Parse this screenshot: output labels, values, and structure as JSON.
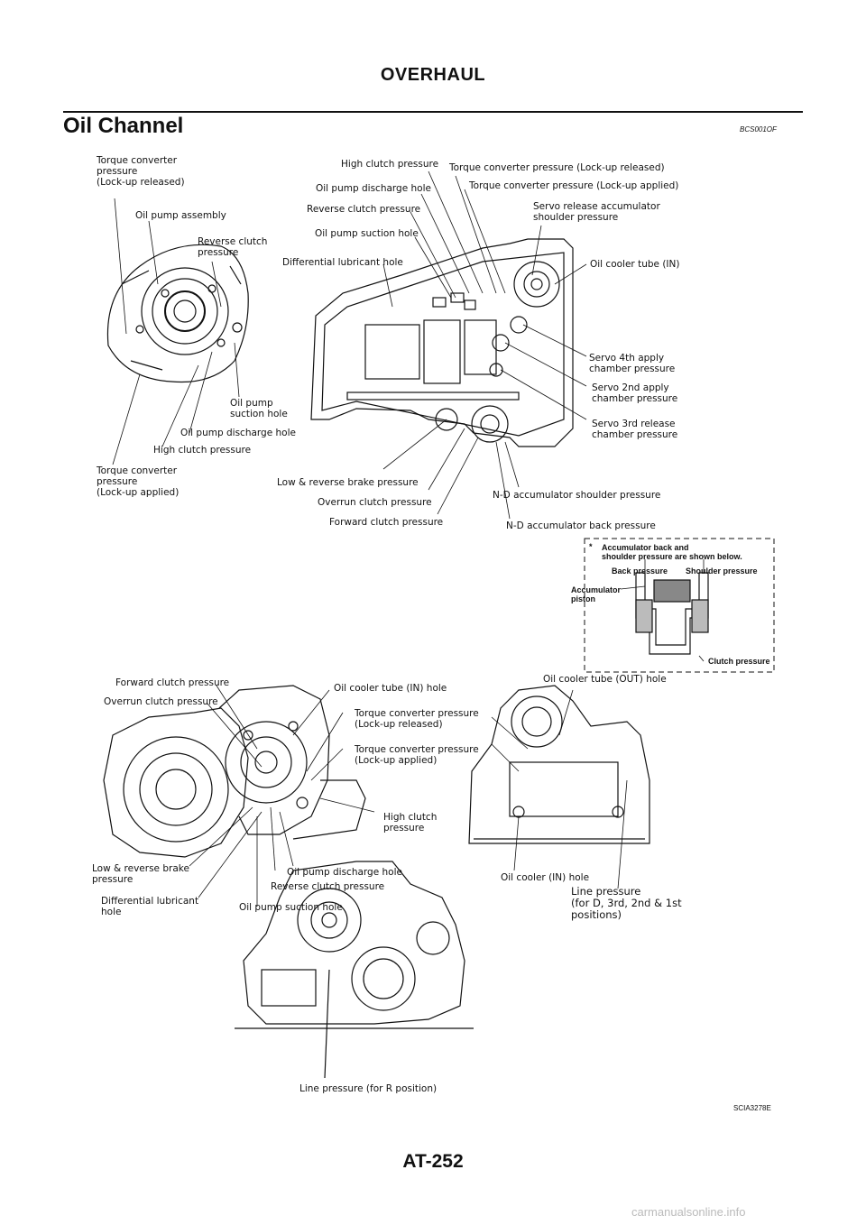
{
  "header": {
    "title": "OVERHAUL"
  },
  "section": {
    "title": "Oil Channel",
    "code": "BCS001OF"
  },
  "fig1": {
    "left_labels": [
      "Torque converter\npressure\n(Lock-up released)",
      "Oil pump assembly",
      "Reverse clutch\npressure",
      "Oil pump\nsuction hole",
      "Oil pump discharge hole",
      "High clutch pressure",
      "Torque converter\npressure\n(Lock-up applied)"
    ],
    "right_labels": [
      "High clutch pressure",
      "Torque converter pressure (Lock-up released)",
      "Oil pump discharge hole",
      "Torque converter pressure (Lock-up applied)",
      "Reverse clutch pressure",
      "Servo release accumulator\nshoulder pressure",
      "Oil pump suction hole",
      "Differential lubricant hole",
      "Oil cooler tube (IN)",
      "Servo 4th apply\nchamber pressure",
      "Servo 2nd apply\nchamber pressure",
      "Servo 3rd release\nchamber pressure",
      "Low & reverse brake pressure",
      "Overrun clutch pressure",
      "Forward clutch pressure",
      "N-D accumulator shoulder pressure",
      "N-D accumulator back pressure"
    ]
  },
  "inset": {
    "note": "Accumulator back and\nshoulder pressure are shown below.",
    "asterisk": "*",
    "back": "Back pressure",
    "shoulder": "Shoulder pressure",
    "piston": "Accumulator\npiston",
    "clutch": "Clutch pressure"
  },
  "fig2": {
    "labels": [
      "Forward clutch pressure",
      "Overrun clutch pressure",
      "Oil cooler tube (IN) hole",
      "Torque converter pressure\n(Lock-up released)",
      "Torque converter pressure\n(Lock-up applied)",
      "High clutch\npressure",
      "Low & reverse brake\npressure",
      "Oil pump discharge hole",
      "Reverse clutch pressure",
      "Differential lubricant\nhole",
      "Oil pump suction hole",
      "Oil cooler tube (OUT) hole",
      "Oil cooler (IN) hole"
    ],
    "line_pressure": "Line pressure\n(for D, 3rd, 2nd & 1st\npositions)"
  },
  "fig3": {
    "label": "Line pressure (for R position)"
  },
  "figure_code": "SCIA3278E",
  "footer": {
    "page": "AT-252"
  },
  "watermark": "carmanualsonline.info"
}
